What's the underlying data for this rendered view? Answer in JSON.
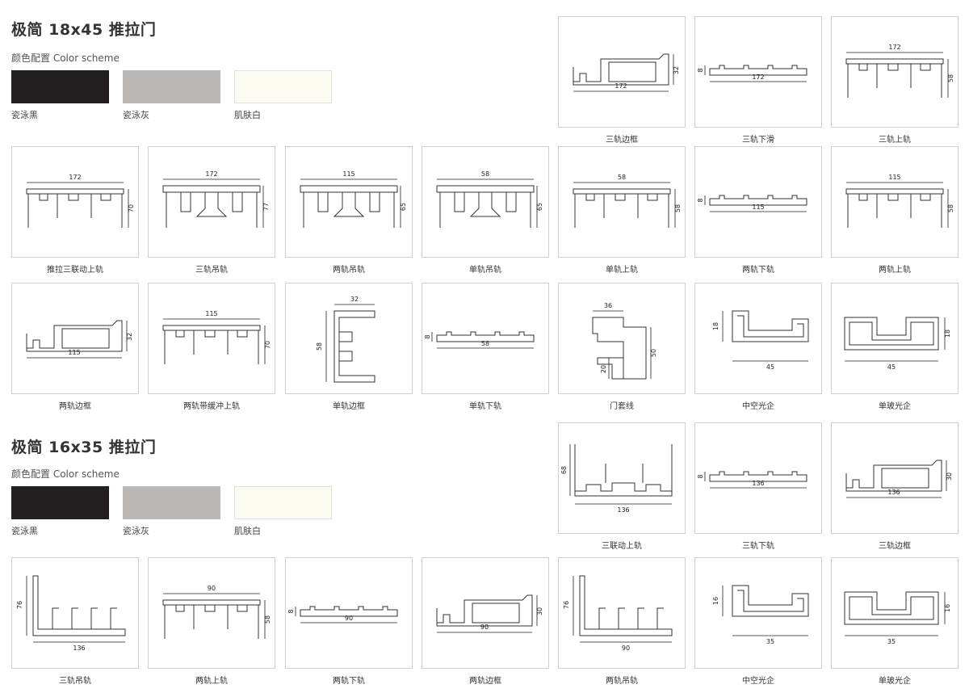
{
  "sections": [
    {
      "title": "极简 18x45 推拉门",
      "subtitle": "颜色配置 Color scheme",
      "swatches": [
        {
          "label": "瓷泳黑",
          "color": "#231f20"
        },
        {
          "label": "瓷泳灰",
          "color": "#bcb8b5"
        },
        {
          "label": "肌肤白",
          "color": "#fcfbf1"
        }
      ],
      "profiles": [
        {
          "caption": "三轨边框",
          "dims": [
            "172",
            "32"
          ],
          "shape": "frame",
          "h": "32"
        },
        {
          "caption": "三轨下滑",
          "dims": [
            "172",
            "8"
          ],
          "shape": "flat"
        },
        {
          "caption": "三轨上轨",
          "dims": [
            "172",
            "58"
          ],
          "shape": "top"
        },
        {
          "caption": "推拉三联动上轨",
          "dims": [
            "172",
            "70"
          ],
          "shape": "top"
        },
        {
          "caption": "三轨吊轨",
          "dims": [
            "172",
            "77"
          ],
          "shape": "hang"
        },
        {
          "caption": "两轨吊轨",
          "dims": [
            "115",
            "65"
          ],
          "shape": "hang"
        },
        {
          "caption": "单轨吊轨",
          "dims": [
            "58",
            "65"
          ],
          "shape": "hang"
        },
        {
          "caption": "单轨上轨",
          "dims": [
            "58",
            "58"
          ],
          "shape": "top"
        },
        {
          "caption": "两轨下轨",
          "dims": [
            "115",
            "8"
          ],
          "shape": "flat"
        },
        {
          "caption": "两轨上轨",
          "dims": [
            "115",
            "58"
          ],
          "shape": "top"
        },
        {
          "caption": "两轨边框",
          "dims": [
            "115",
            "32"
          ],
          "shape": "frame"
        },
        {
          "caption": "两轨带缓冲上轨",
          "dims": [
            "115",
            "70"
          ],
          "shape": "top"
        },
        {
          "caption": "单轨边框",
          "dims": [
            "32",
            "58"
          ],
          "shape": "side"
        },
        {
          "caption": "单轨下轨",
          "dims": [
            "58",
            "8"
          ],
          "shape": "flat"
        },
        {
          "caption": "门套线",
          "dims": [
            "36",
            "50",
            "20"
          ],
          "shape": "trim"
        },
        {
          "caption": "中空光企",
          "dims": [
            "45",
            "18"
          ],
          "shape": "hollow"
        },
        {
          "caption": "单玻光企",
          "dims": [
            "45",
            "18"
          ],
          "shape": "channel"
        }
      ]
    },
    {
      "title": "极简 16x35 推拉门",
      "subtitle": "颜色配置 Color scheme",
      "swatches": [
        {
          "label": "瓷泳黑",
          "color": "#231f20"
        },
        {
          "label": "瓷泳灰",
          "color": "#bcb8b5"
        },
        {
          "label": "肌肤白",
          "color": "#fcfbf1"
        }
      ],
      "profiles": [
        {
          "caption": "三联动上轨",
          "dims": [
            "136",
            "68"
          ],
          "shape": "upside"
        },
        {
          "caption": "三轨下轨",
          "dims": [
            "136",
            "8"
          ],
          "shape": "flat"
        },
        {
          "caption": "三轨边框",
          "dims": [
            "136",
            "30"
          ],
          "shape": "frame"
        },
        {
          "caption": "三轨吊轨",
          "dims": [
            "136",
            "76"
          ],
          "shape": "comb"
        },
        {
          "caption": "两轨上轨",
          "dims": [
            "90",
            "58"
          ],
          "shape": "top"
        },
        {
          "caption": "两轨下轨",
          "dims": [
            "90",
            "8"
          ],
          "shape": "flat"
        },
        {
          "caption": "两轨边框",
          "dims": [
            "90",
            "30"
          ],
          "shape": "frame"
        },
        {
          "caption": "两轨吊轨",
          "dims": [
            "90",
            "76"
          ],
          "shape": "comb"
        },
        {
          "caption": "中空光企",
          "dims": [
            "35",
            "16"
          ],
          "shape": "hollow"
        },
        {
          "caption": "单玻光企",
          "dims": [
            "35",
            "16"
          ],
          "shape": "channel"
        }
      ]
    }
  ]
}
